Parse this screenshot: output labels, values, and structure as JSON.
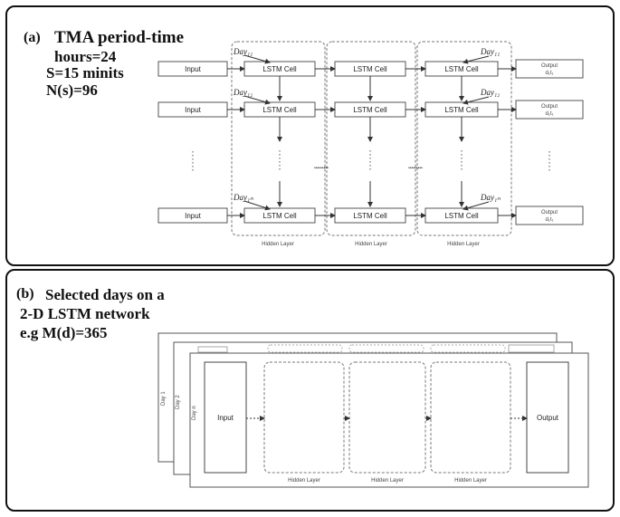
{
  "panel_a": {
    "letter": "(a)",
    "title": "TMA period-time",
    "line2": "hours=24",
    "line3": "S=15 minits",
    "line4": "N(s)=96",
    "input_label": "Input",
    "cell_label": "LSTM Cell",
    "output_label": "Output",
    "output_sub": "d₁t₁",
    "hidden_layer_label": "Hidden Layer",
    "day_labels": {
      "r1c1": "Day₁₁",
      "r1c3": "Day₁₁",
      "r2c1": "Day₁₂",
      "r2c3": "Day₁₂",
      "r4c1": "Day₁ₙ",
      "r4c3": "Day₁ₙ"
    },
    "ellipsis_dots": "•••••••••"
  },
  "panel_b": {
    "letter": "(b)",
    "title": "Selected days on a",
    "line2": "2-D LSTM network",
    "line3": "e.g M(d)=365",
    "input_label": "Input",
    "output_label": "Output",
    "hidden_layer_label": "Hidden Layer",
    "day_tabs": [
      "Day 1",
      "Day 2",
      "Day n"
    ]
  }
}
